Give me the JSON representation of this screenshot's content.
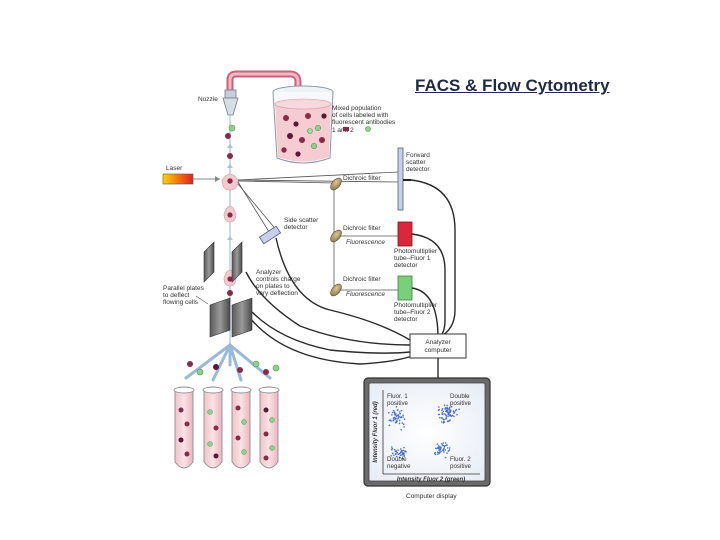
{
  "title": "FACS & Flow Cytometry",
  "labels": {
    "nozzle": "Nozzle",
    "laser": "Laser",
    "mixed_population": [
      "Mixed population",
      "of cells labeled with",
      "fluorescent antibodies",
      "1 and 2"
    ],
    "dichroic_filter": "Dichroic filter",
    "forward_scatter": [
      "Forward",
      "scatter",
      "detector"
    ],
    "side_scatter": [
      "Side scatter",
      "detector"
    ],
    "fluorescence": "Fluorescence",
    "pmt1": [
      "Photomultiplier",
      "tube–Fluor 1",
      "detector"
    ],
    "pmt2": [
      "Photomultiplier",
      "tube–Fluor 2",
      "detector"
    ],
    "analyzer_charge": [
      "Analyzer",
      "controls charge",
      "on plates to",
      "vary deflection"
    ],
    "plates": [
      "Parallel plates",
      "to deflect",
      "flowing cells"
    ],
    "analyzer_computer": [
      "Analyzer",
      "computer"
    ],
    "computer_display": "Computer display"
  },
  "display": {
    "y_axis": "Intensity Fluor 1 (red)",
    "x_axis": "Intensity Fluor 2 (green)",
    "quadrants": {
      "top_left": [
        "Fluor. 1",
        "positive"
      ],
      "top_right": [
        "Double",
        "positive"
      ],
      "bottom_left": [
        "Double",
        "negative"
      ],
      "bottom_right": [
        "Fluor. 2",
        "positive"
      ]
    }
  },
  "colors": {
    "liquid": "#f4c9cf",
    "cell_red": "#8a2a4a",
    "cell_green": "#8fd08f",
    "laser_gradient": [
      "#ffd200",
      "#e02020"
    ],
    "pmt1": "#d8283a",
    "pmt2": "#79cf7a",
    "scatter_dots": "#4a6fd0",
    "arrows": "#9ab8d8",
    "title": "#1f2a44"
  }
}
